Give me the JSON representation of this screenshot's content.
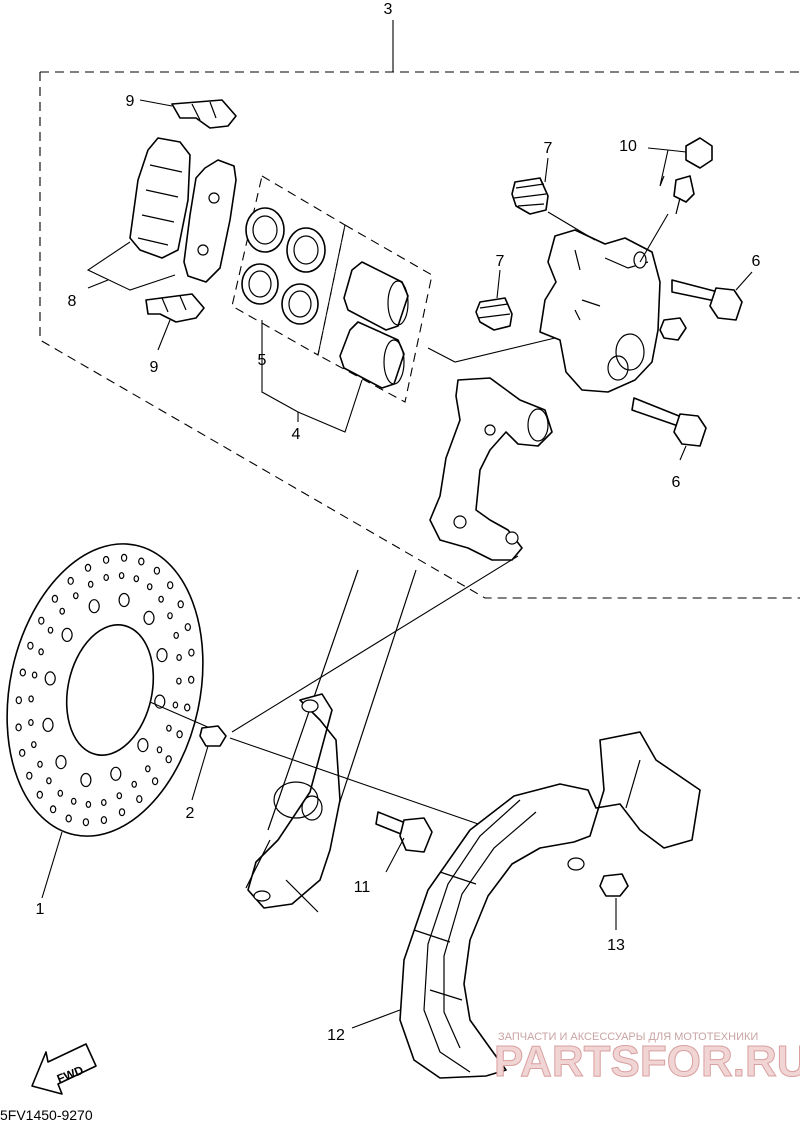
{
  "diagram": {
    "callouts": {
      "c1": "1",
      "c2": "2",
      "c3": "3",
      "c4": "4",
      "c5": "5",
      "c6a": "6",
      "c6b": "6",
      "c7a": "7",
      "c7b": "7",
      "c8": "8",
      "c9a": "9",
      "c9b": "9",
      "c10": "10",
      "c11": "11",
      "c12": "12",
      "c13": "13"
    },
    "fwd_label": "FWD",
    "diagram_code": "5FV1450-9270",
    "watermark": {
      "tagline": "ЗАПЧАСТИ И АКСЕССУАРЫ ДЛЯ МОТОТЕХНИКИ",
      "brand": "PARTSFOR.RU"
    }
  }
}
